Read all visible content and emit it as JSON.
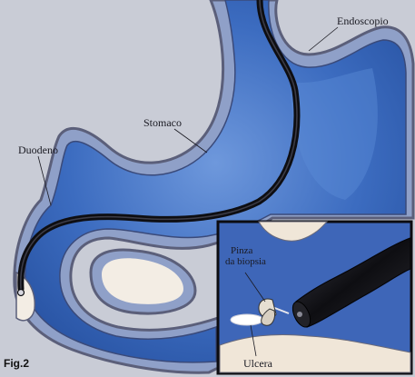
{
  "figure": {
    "caption": "Fig.2",
    "labels": {
      "endoscope": "Endoscopio",
      "stomach": "Stomaco",
      "duodenum": "Duodeno",
      "biopsy_forceps_line1": "Pinza",
      "biopsy_forceps_line2": "da biopsia",
      "ulcer": "Ulcera"
    }
  },
  "colors": {
    "background": "#c9ccd6",
    "wall": "#8fa0c8",
    "wall_edge": "#5b5f7a",
    "lumen": "#2f5fb4",
    "lumen_light": "#5a8ad6",
    "scope": "#141418",
    "inset_bg": "#3e66b8",
    "inset_frame": "#0c0c10",
    "mucosa": "#f0e6d8"
  }
}
